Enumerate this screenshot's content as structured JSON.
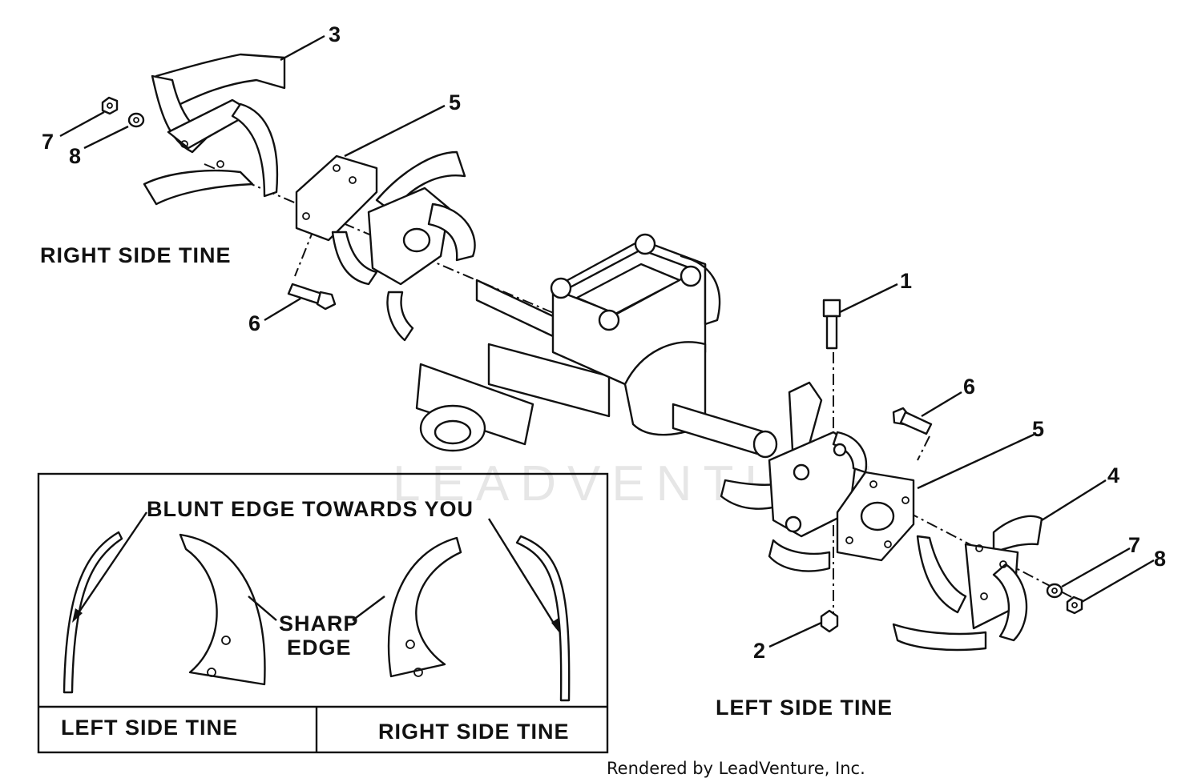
{
  "labels": {
    "right_side_tine": "RIGHT SIDE TINE",
    "left_side_tine": "LEFT SIDE TINE",
    "blunt_edge": "BLUNT EDGE TOWARDS YOU",
    "sharp_edge_1": "SHARP",
    "sharp_edge_2": "EDGE",
    "inset_left": "LEFT SIDE TINE",
    "inset_right": "RIGHT SIDE TINE"
  },
  "callouts": {
    "c1": "1",
    "c2": "2",
    "c3": "3",
    "c4": "4",
    "c5a": "5",
    "c5b": "5",
    "c6a": "6",
    "c6b": "6",
    "c7a": "7",
    "c7b": "7",
    "c8a": "8",
    "c8b": "8"
  },
  "watermark": "LEADVENTURE",
  "credit": "Rendered by LeadVenture, Inc."
}
